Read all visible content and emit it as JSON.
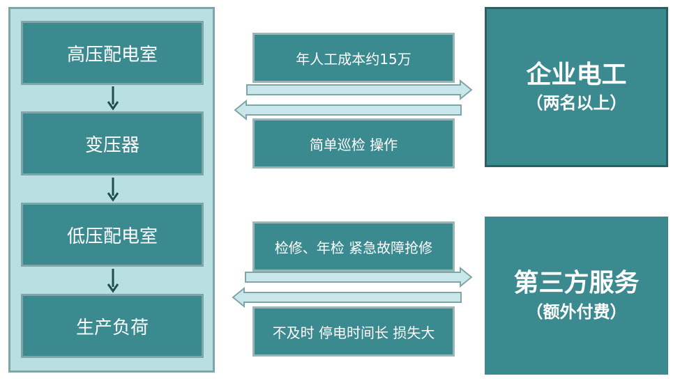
{
  "flow": {
    "stages": [
      {
        "label": "高压配电室"
      },
      {
        "label": "变压器"
      },
      {
        "label": "低压配电室"
      },
      {
        "label": "生产负荷"
      }
    ]
  },
  "option_top": {
    "cost_note": "年人工成本约15万",
    "duty_note": "简单巡检 操作",
    "title": "企业电工",
    "subtitle": "（两名以上）"
  },
  "option_bottom": {
    "service_note": "检修、年检  紧急故障抢修",
    "drawback_note": "不及时  停电时间长 损失大",
    "title": "第三方服务",
    "subtitle": "（额外付费）"
  },
  "colors": {
    "box_fill": "#3a8a8f",
    "panel_fill": "#b8dfe2",
    "arrow_fill": "#c9e7ea",
    "arrow_stroke": "#7ea6a9",
    "down_arrow": "#1f4e50"
  }
}
